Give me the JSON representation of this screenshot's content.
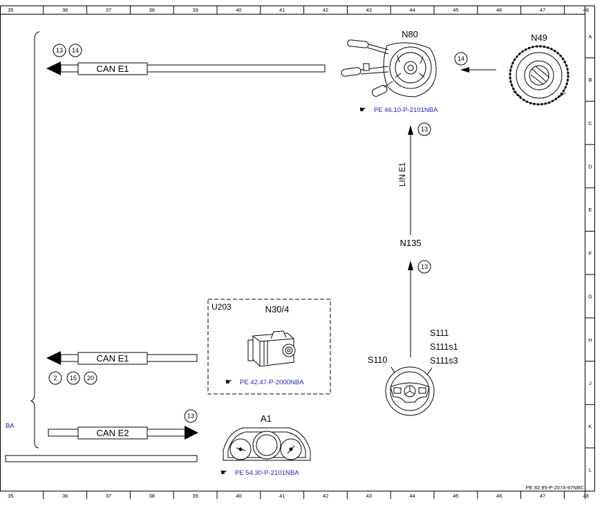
{
  "ruler": {
    "columns": [
      "35",
      "36",
      "37",
      "38",
      "39",
      "40",
      "41",
      "42",
      "43",
      "44",
      "45",
      "46",
      "47",
      "48"
    ],
    "rows": [
      "A",
      "B",
      "C",
      "D",
      "E",
      "F",
      "G",
      "H",
      "J",
      "K",
      "L"
    ]
  },
  "components": {
    "n80": {
      "label": "N80",
      "ref": "PE 46.10-P-2101NBA"
    },
    "n49": {
      "label": "N49"
    },
    "n135": {
      "label": "N135"
    },
    "u203": {
      "label": "U203"
    },
    "n30_4": {
      "label": "N30/4",
      "ref": "PE 42.47-P-2000NBA"
    },
    "a1": {
      "label": "A1",
      "ref": "PE 54.30-P-2101NBA"
    },
    "s110": {
      "label": "S110"
    },
    "s111": {
      "label": "S111"
    },
    "s111s1": {
      "label": "S111s1"
    },
    "s111s3": {
      "label": "S111s3"
    }
  },
  "buses": {
    "can_e1_top": {
      "label": "CAN E1",
      "markers": [
        "13",
        "14"
      ]
    },
    "can_e1_mid": {
      "label": "CAN E1",
      "markers": [
        "2",
        "15",
        "20"
      ]
    },
    "can_e2": {
      "label": "CAN E2",
      "markers": [
        "13"
      ]
    },
    "lin_e1": {
      "label": "LIN E1",
      "marker": "13"
    },
    "n49_to_n80": {
      "marker": "14"
    },
    "n135_link": {
      "marker": "13"
    }
  },
  "left_cut_text": "BA",
  "document_id": "PE 82.95-P-2074-97NBC",
  "icons": {
    "ref_hand": "pointing-hand-icon",
    "steering_column_switch": "combination-switch-icon",
    "steering_angle_sensor": "angle-sensor-icon",
    "abs_unit": "hydraulic-unit-icon",
    "instrument_cluster": "instrument-cluster-icon",
    "steering_wheel": "steering-wheel-icon"
  }
}
